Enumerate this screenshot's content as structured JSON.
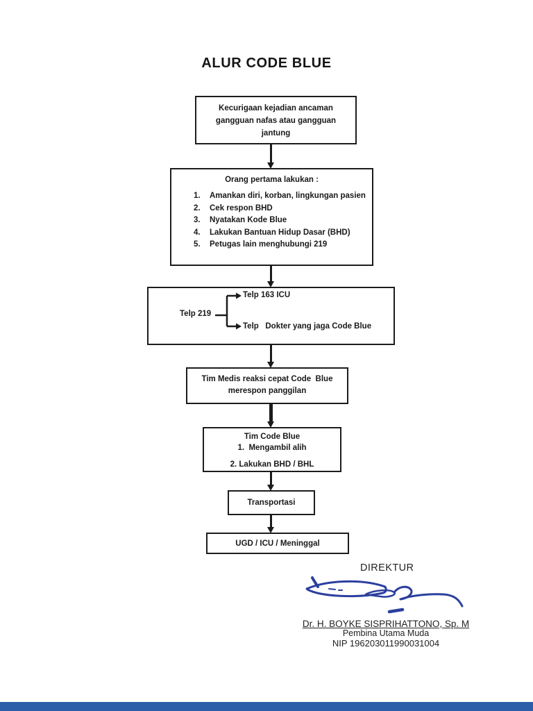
{
  "page": {
    "title": "ALUR CODE BLUE",
    "flow": {
      "box1": {
        "lines": [
          "Kecurigaan kejadian ancaman",
          "gangguan nafas atau gangguan",
          "jantung"
        ]
      },
      "box2": {
        "header": "Orang pertama lakukan :",
        "items": [
          {
            "num": "1.",
            "text": "Amankan diri, korban, lingkungan pasien"
          },
          {
            "num": "2.",
            "text": "Cek respon BHD"
          },
          {
            "num": "3.",
            "text": "Nyatakan Kode Blue"
          },
          {
            "num": "4.",
            "text": "Lakukan Bantuan Hidup Dasar (BHD)"
          },
          {
            "num": "5.",
            "text": "Petugas lain menghubungi 219"
          }
        ]
      },
      "box3": {
        "source": "Telp 219",
        "branch_top": "Telp 163 ICU",
        "branch_bottom": "Telp   Dokter yang jaga Code Blue"
      },
      "box4": {
        "lines": [
          "Tim Medis reaksi cepat Code  Blue",
          "merespon panggilan"
        ]
      },
      "box5": {
        "lines": [
          "Tim Code Blue",
          "1.  Mengambil alih",
          "2. Lakukan BHD / BHL"
        ]
      },
      "box6": {
        "label": "Transportasi"
      },
      "box7": {
        "label": "UGD / ICU / Meninggal"
      }
    },
    "signature": {
      "role": "DIREKTUR",
      "name": "Dr. H. BOYKE SISPRIHATTONO, Sp. M",
      "rank": "Pembina Utama Muda",
      "nip": "NIP 196203011990031004",
      "ink_color": "#2b3f9e"
    },
    "footer_bar_color": "#2d5ca8"
  }
}
